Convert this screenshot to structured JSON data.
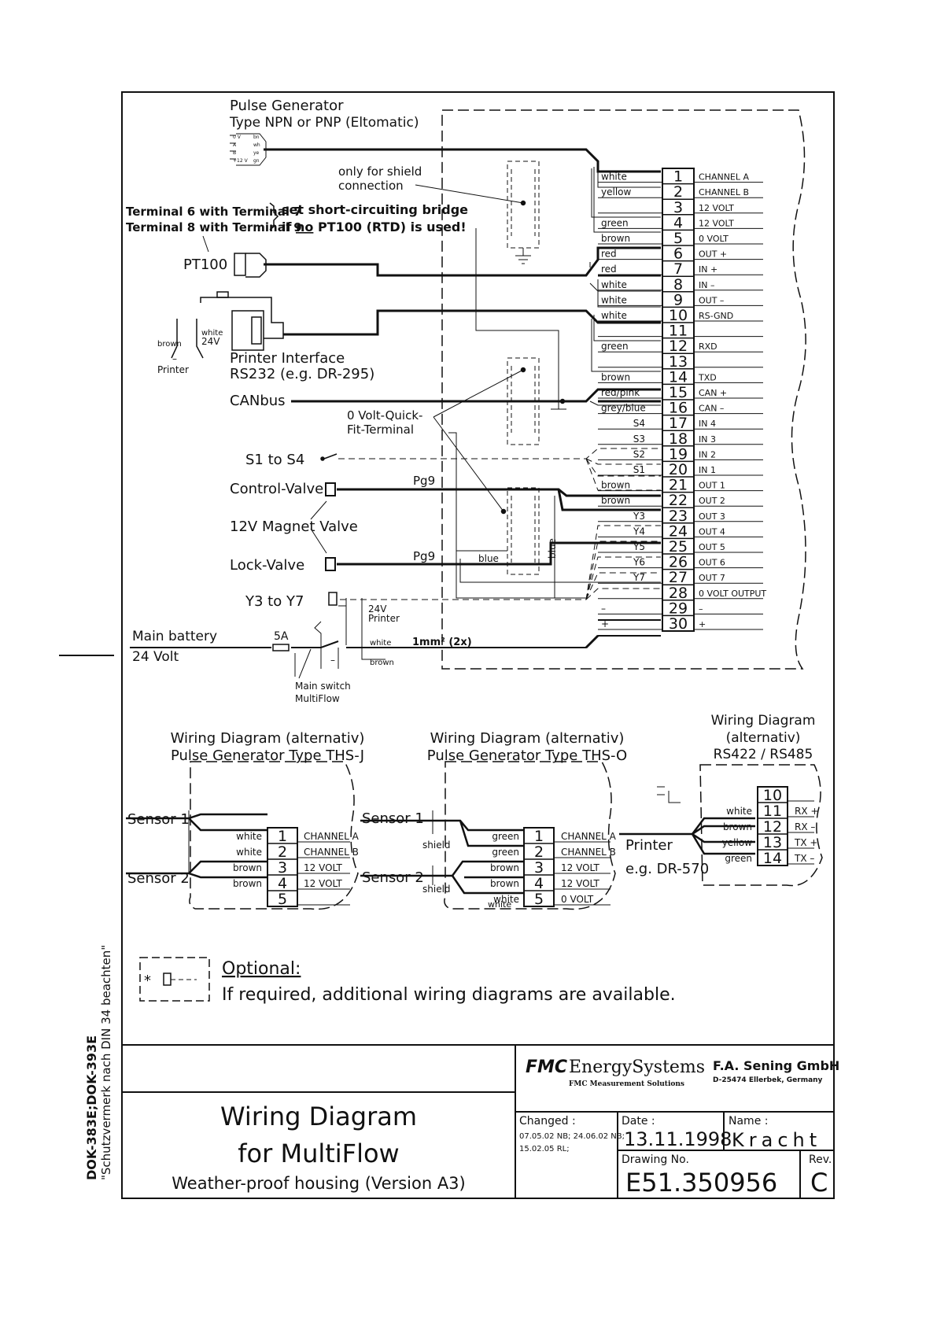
{
  "top": {
    "pulse_generator_title": "Pulse Generator",
    "pulse_generator_type": "Type NPN or PNP (Eltomatic)",
    "pg_pins": [
      "0 V",
      "A",
      "B",
      "+12 V"
    ],
    "pg_pin_colors": [
      "bn",
      "wh",
      "ye",
      "gn"
    ],
    "shield_note_1": "only for shield",
    "shield_note_2": "connection",
    "bridge_left_1": "Terminal 6 with Terminal 7",
    "bridge_left_2": "Terminal 8 with Terminal 9",
    "bridge_right_1": "set short-circuiting bridge",
    "bridge_right_2_a": "if ",
    "bridge_right_2_no": "no",
    "bridge_right_2_b": " PT100 (RTD) is used!",
    "pt100": "PT100",
    "printer_brown": "brown",
    "printer_white": "white",
    "printer_24v": "24V",
    "printer_dash": "–",
    "printer_label": "Printer",
    "printer_interface_1": "Printer Interface",
    "printer_interface_2": "RS232 (e.g. DR-295)",
    "canbus": "CANbus",
    "zero_volt_1": "0 Volt-Quick-",
    "zero_volt_2": "Fit-Terminal",
    "s1_s4": "S1 to S4",
    "control_valve": "Control-Valve",
    "magnet_valve": "12V Magnet Valve",
    "lock_valve": "Lock-Valve",
    "pg9_a": "Pg9",
    "pg9_b": "Pg9",
    "blue_a": "blue",
    "blue_b": "blue",
    "y3_y7": "Y3 to Y7",
    "relay_24v": "24V",
    "relay_printer": "Printer",
    "main_battery_1": "Main battery",
    "main_battery_2": "24 Volt",
    "fuse": "5A",
    "mb_white": "white",
    "mb_brown": "brown",
    "mb_minus": "–",
    "cable": "1mm² (2x)",
    "main_switch_1": "Main switch",
    "main_switch_2": "MultiFlow"
  },
  "terminals": [
    {
      "n": "1",
      "wire": "white",
      "signal": "CHANNEL A"
    },
    {
      "n": "2",
      "wire": "yellow",
      "signal": "CHANNEL B"
    },
    {
      "n": "3",
      "wire": "",
      "signal": "12 VOLT"
    },
    {
      "n": "4",
      "wire": "green",
      "signal": "12 VOLT"
    },
    {
      "n": "5",
      "wire": "brown",
      "signal": "0 VOLT"
    },
    {
      "n": "6",
      "wire": "red",
      "signal": "OUT +"
    },
    {
      "n": "7",
      "wire": "red",
      "signal": "IN +"
    },
    {
      "n": "8",
      "wire": "white",
      "signal": "IN –"
    },
    {
      "n": "9",
      "wire": "white",
      "signal": "OUT –"
    },
    {
      "n": "10",
      "wire": "white",
      "signal": "RS-GND"
    },
    {
      "n": "11",
      "wire": "",
      "signal": ""
    },
    {
      "n": "12",
      "wire": "green",
      "signal": "RXD"
    },
    {
      "n": "13",
      "wire": "",
      "signal": ""
    },
    {
      "n": "14",
      "wire": "brown",
      "signal": "TXD"
    },
    {
      "n": "15",
      "wire": "red/pink",
      "signal": "CAN +"
    },
    {
      "n": "16",
      "wire": "grey/blue",
      "signal": "CAN –"
    },
    {
      "n": "17",
      "wire": "S4",
      "signal": "IN 4"
    },
    {
      "n": "18",
      "wire": "S3",
      "signal": "IN 3"
    },
    {
      "n": "19",
      "wire": "S2",
      "signal": "IN 2"
    },
    {
      "n": "20",
      "wire": "S1",
      "signal": "IN 1"
    },
    {
      "n": "21",
      "wire": "brown",
      "signal": "OUT 1"
    },
    {
      "n": "22",
      "wire": "brown",
      "signal": "OUT 2"
    },
    {
      "n": "23",
      "wire": "Y3",
      "signal": "OUT 3"
    },
    {
      "n": "24",
      "wire": "Y4",
      "signal": "OUT 4"
    },
    {
      "n": "25",
      "wire": "Y5",
      "signal": "OUT 5"
    },
    {
      "n": "26",
      "wire": "Y6",
      "signal": "OUT 6"
    },
    {
      "n": "27",
      "wire": "Y7",
      "signal": "OUT 7"
    },
    {
      "n": "28",
      "wire": "",
      "signal": "0 VOLT OUTPUT"
    },
    {
      "n": "29",
      "wire": "–",
      "signal": "–"
    },
    {
      "n": "30",
      "wire": "+",
      "signal": "+"
    }
  ],
  "alt": {
    "thsj_title_1": "Wiring Diagram (alternativ)",
    "thsj_title_2": "Pulse Generator Type THS-J",
    "thso_title_1": "Wiring Diagram (alternativ)",
    "thso_title_2": "Pulse Generator Type THS-O",
    "rs_title_1": "Wiring Diagram",
    "rs_title_2": "(alternativ)",
    "rs_title_3": "RS422 / RS485",
    "sensor_1": "Sensor 1",
    "sensor_2": "Sensor 2",
    "shield": "shield",
    "thsj_rows": [
      {
        "n": "1",
        "wire": "white",
        "signal": "CHANNEL A"
      },
      {
        "n": "2",
        "wire": "white",
        "signal": "CHANNEL B"
      },
      {
        "n": "3",
        "wire": "brown",
        "signal": "12 VOLT"
      },
      {
        "n": "4",
        "wire": "brown",
        "signal": "12 VOLT"
      },
      {
        "n": "5",
        "wire": "",
        "signal": ""
      }
    ],
    "thso_rows": [
      {
        "n": "1",
        "wire": "green",
        "signal": "CHANNEL A"
      },
      {
        "n": "2",
        "wire": "green",
        "signal": "CHANNEL B"
      },
      {
        "n": "3",
        "wire": "brown",
        "signal": "12 VOLT"
      },
      {
        "n": "4",
        "wire": "brown",
        "signal": "12 VOLT"
      },
      {
        "n": "5",
        "wire": "white",
        "signal": "0 VOLT"
      }
    ],
    "thso_extra_wire": "white",
    "rs_rows": [
      {
        "n": "10",
        "wire": "",
        "signal": ""
      },
      {
        "n": "11",
        "wire": "white",
        "signal": "RX +"
      },
      {
        "n": "12",
        "wire": "brown",
        "signal": "RX –"
      },
      {
        "n": "13",
        "wire": "yellow",
        "signal": "TX +"
      },
      {
        "n": "14",
        "wire": "green",
        "signal": "TX –"
      }
    ],
    "printer_1": "Printer",
    "printer_2": "e.g. DR-570"
  },
  "optional": {
    "title": "Optional:",
    "text": "If required, additional wiring diagrams are available."
  },
  "side": {
    "line_1": "\"Schutzvermerk nach DIN 34 beachten\"",
    "line_2": "DOK-383E;DOK-393E"
  },
  "title_block": {
    "title_1": "Wiring Diagram",
    "title_2": "for MultiFlow",
    "subtitle": "Weather-proof housing (Version A3)",
    "fmc_mark": "FMC",
    "fmc_brand": "EnergySystems",
    "fmc_sub": "FMC Measurement Solutions",
    "company": "F.A. Sening GmbH",
    "company_addr": "D-25474 Ellerbek, Germany",
    "changed_label": "Changed :",
    "changed_1": "07.05.02 NB; 24.06.02 NB;",
    "changed_2": "15.02.05 RL;",
    "date_label": "Date :",
    "date": "13.11.1998",
    "name_label": "Name :",
    "name": "Kracht",
    "drawing_label": "Drawing No.",
    "drawing_no": "E51.350956",
    "rev_label": "Rev.",
    "rev": "C"
  }
}
